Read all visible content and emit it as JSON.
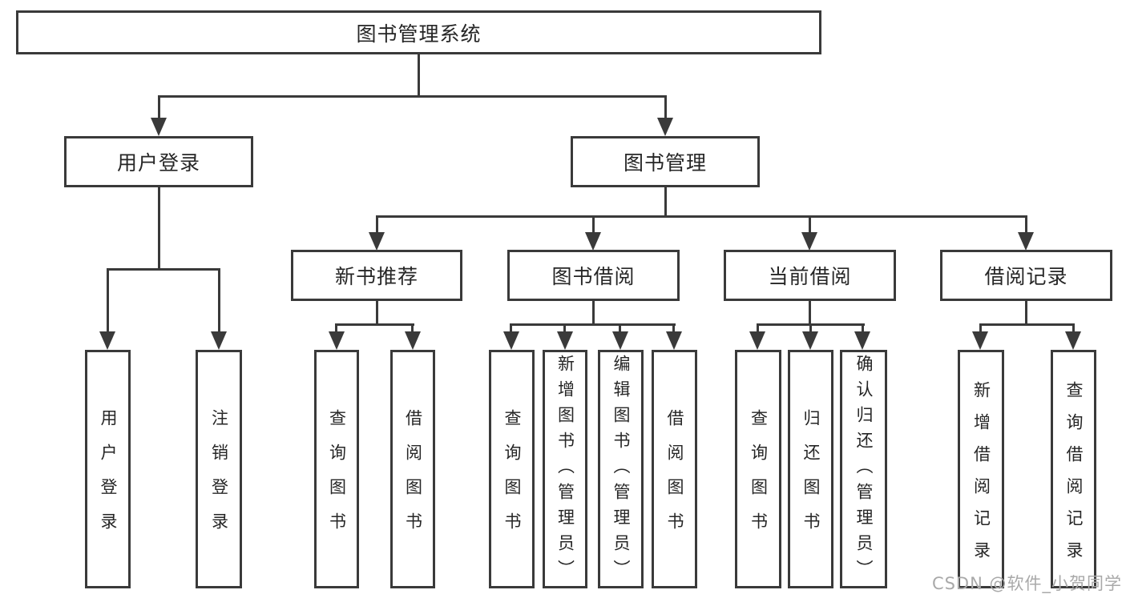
{
  "tree": {
    "title": "图书管理系统",
    "branches": [
      {
        "label": "用户登录",
        "children": [
          {
            "label": "用户登录"
          },
          {
            "label": "注销登录"
          }
        ]
      },
      {
        "label": "图书管理",
        "children": [
          {
            "label": "新书推荐",
            "children": [
              {
                "label": "查询图书"
              },
              {
                "label": "借阅图书"
              }
            ]
          },
          {
            "label": "图书借阅",
            "children": [
              {
                "label": "查询图书"
              },
              {
                "label": "新增图书（管理员）"
              },
              {
                "label": "编辑图书（管理员）"
              },
              {
                "label": "借阅图书"
              }
            ]
          },
          {
            "label": "当前借阅",
            "children": [
              {
                "label": "查询图书"
              },
              {
                "label": "归还图书"
              },
              {
                "label": "确认归还（管理员）"
              }
            ]
          },
          {
            "label": "借阅记录",
            "children": [
              {
                "label": "新增借阅记录"
              },
              {
                "label": "查询借阅记录"
              }
            ]
          }
        ]
      }
    ]
  },
  "watermark": {
    "text": "CSDN @软件_小贺同学"
  },
  "colors": {
    "line": "#3a3a3a",
    "text": "#262626",
    "background": "#ffffff",
    "watermark": "#a9a9a9"
  }
}
